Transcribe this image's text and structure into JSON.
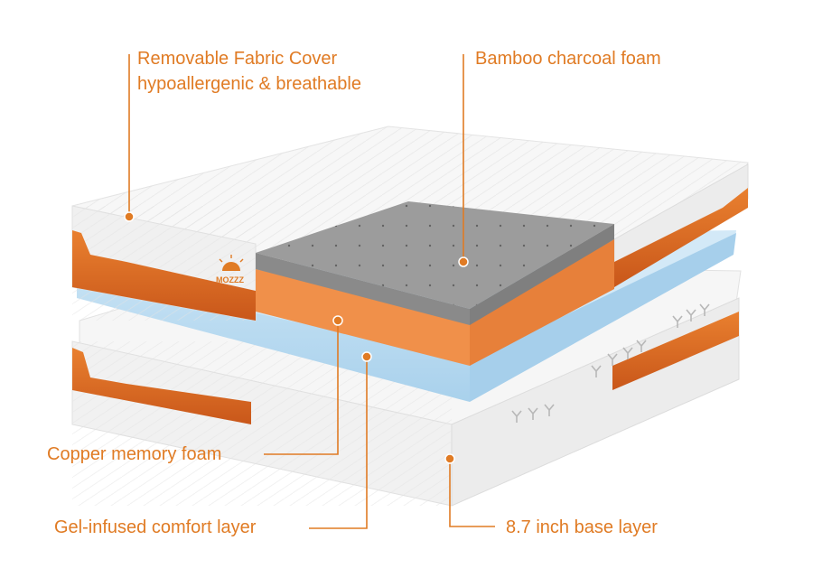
{
  "colors": {
    "accent": "#e07b24",
    "cover_white": "#f4f4f4",
    "cover_side": "#ececec",
    "copper_band": "#d9661a",
    "charcoal": "#9a9a9a",
    "copper_foam": "#f0904a",
    "gel_blue": "#b8daf0",
    "base_white": "#f6f6f6"
  },
  "brand": {
    "logo_text": "MOZZZ"
  },
  "callouts": {
    "cover_line1": "Removable Fabric Cover",
    "cover_line2": "hypoallergenic & breathable",
    "bamboo": "Bamboo charcoal foam",
    "copper": "Copper memory foam",
    "gel": "Gel-infused comfort layer",
    "base": "8.7 inch base layer"
  },
  "layers": [
    {
      "key": "cover",
      "name": "Removable Fabric Cover"
    },
    {
      "key": "bamboo",
      "name": "Bamboo charcoal foam"
    },
    {
      "key": "copper",
      "name": "Copper memory foam"
    },
    {
      "key": "gel",
      "name": "Gel-infused comfort layer"
    },
    {
      "key": "base",
      "name": "8.7 inch base layer"
    }
  ]
}
